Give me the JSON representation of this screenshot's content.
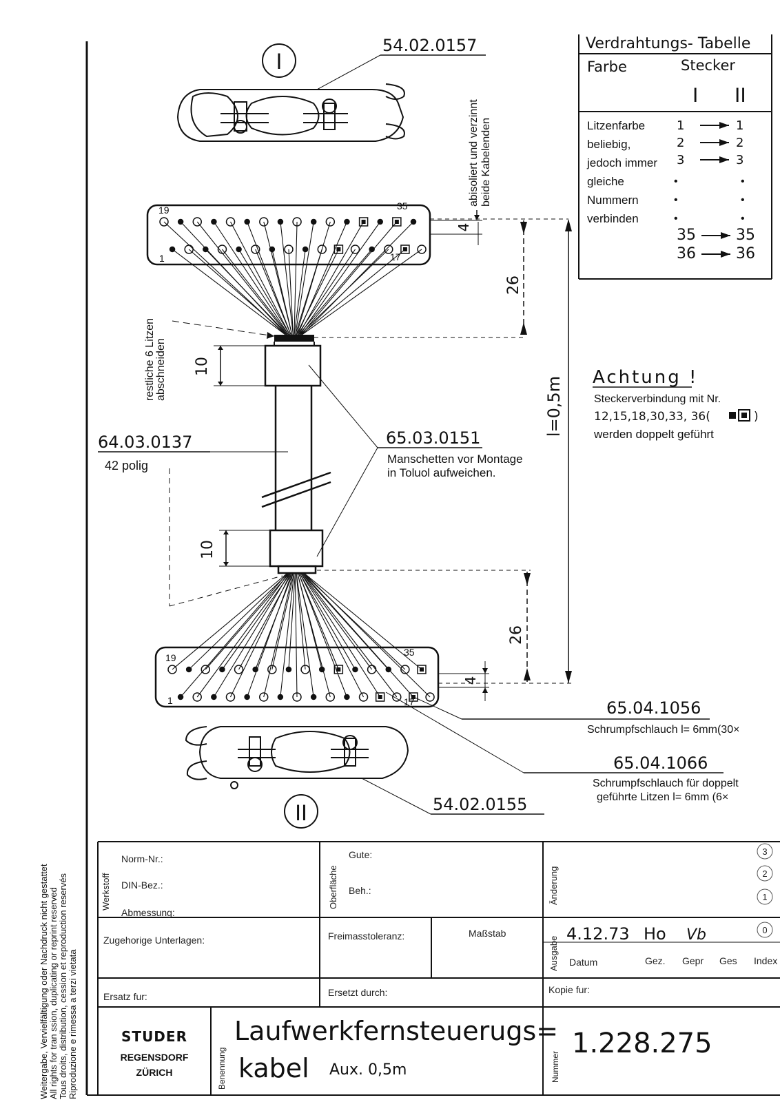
{
  "connector_I": {
    "numeral": "I",
    "part_no": "54.02.0157"
  },
  "connector_II": {
    "numeral": "II",
    "part_no": "54.02.0155"
  },
  "strip_note": {
    "line1": "abisoliert und verzinnt",
    "line2": "beide Kabelenden"
  },
  "cut_note": {
    "line1": "restliche 6 Litzen",
    "line2": "abschneiden"
  },
  "upper_pins": {
    "top_left": "19",
    "top_right": "35",
    "bottom_left": "1",
    "bottom_right": "17"
  },
  "lower_pins": {
    "top_left": "19",
    "top_right": "35",
    "bottom_left": "1",
    "bottom_right": "17"
  },
  "dimensions": {
    "pitch_upper": "4",
    "fan_upper": "26",
    "sleeve_upper": "10",
    "length": "l=0,5m",
    "sleeve_lower": "10",
    "fan_lower": "26",
    "pitch_lower": "4"
  },
  "cable": {
    "part_no": "64.03.0137",
    "desc": "42 polig"
  },
  "sleeve": {
    "part_no": "65.03.0151",
    "note1": "Manschetten vor Montage",
    "note2": "in Toluol aufweichen."
  },
  "shrink1": {
    "part_no": "65.04.1056",
    "desc": "Schrumpfschlauch  l= 6mm(30×"
  },
  "shrink2": {
    "part_no": "65.04.1066",
    "desc1": "Schrumpfschlauch für doppelt",
    "desc2": "geführte Litzen  l= 6mm (6×"
  },
  "wiring_table": {
    "title": "Verdrahtungs- Tabelle",
    "col_color": "Farbe",
    "col_plug": "Stecker",
    "plug_I": "I",
    "plug_II": "II",
    "notes": [
      "Litzenfarbe",
      "beliebig,",
      "jedoch immer",
      "gleiche",
      "Nummern",
      "verbinden"
    ],
    "rows": [
      {
        "from": "1",
        "to": "1"
      },
      {
        "from": "2",
        "to": "2"
      },
      {
        "from": "3",
        "to": "3"
      },
      {
        "from": "35",
        "to": "35"
      },
      {
        "from": "36",
        "to": "36"
      }
    ]
  },
  "warning": {
    "title": "Achtung !",
    "line1": "Steckerverbindung mit Nr.",
    "line2": "12,15,18,30,33, 36(",
    "line2_end": ")",
    "line3": "werden doppelt geführt"
  },
  "title_block": {
    "werkstoff": "Werkstoff",
    "norm_nr": "Norm-Nr.:",
    "din_bez": "DIN-Bez.:",
    "abmessung": "Abmessung:",
    "oberflaeche": "Oberfläche",
    "gute": "Gute:",
    "beh": "Beh.:",
    "aenderung": "Änderung",
    "rev_numbers": [
      "3",
      "2",
      "1",
      "0"
    ],
    "unterlagen": "Zugehorige Unterlagen:",
    "freimass": "Freimasstoleranz:",
    "massstab": "Maßstab",
    "ausgabe": "Ausgabe",
    "date": "4.12.73",
    "drawn_by": "Ho",
    "checked_sig": "Vb",
    "datum": "Datum",
    "gez": "Gez.",
    "gepr": "Gepr",
    "ges": "Ges",
    "index": "Index",
    "ersatz_fur": "Ersatz fur:",
    "ersetzt_durch": "Ersetzt durch:",
    "kopie_fur": "Kopie fur:",
    "company1": "STUDER",
    "company2": "REGENSDORF",
    "company3": "ZÜRICH",
    "benennung": "Benennung",
    "title1": "Laufwerkfernsteuerugs=",
    "title2": "kabel",
    "subtitle": "Aux. 0,5m",
    "nummer": "Nummer",
    "drawing_number": "1.228.275"
  },
  "rights": [
    "Weitergabe, Vervielfältigung oder Nachdruck nicht gestattet",
    "All rights for tran   ssion, duplicating or reprint reserved",
    "Tous droits, distribution, cession et reproduction reservés",
    "Riproduzione e rimessa a terzi vietata"
  ]
}
